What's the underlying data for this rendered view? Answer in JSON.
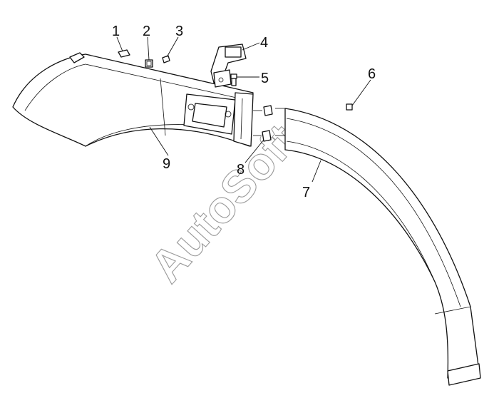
{
  "callouts": {
    "c1": "1",
    "c2": "2",
    "c3": "3",
    "c4": "4",
    "c5": "5",
    "c6": "6",
    "c7": "7",
    "c8": "8",
    "c9": "9"
  },
  "watermark": "AutoSoft"
}
